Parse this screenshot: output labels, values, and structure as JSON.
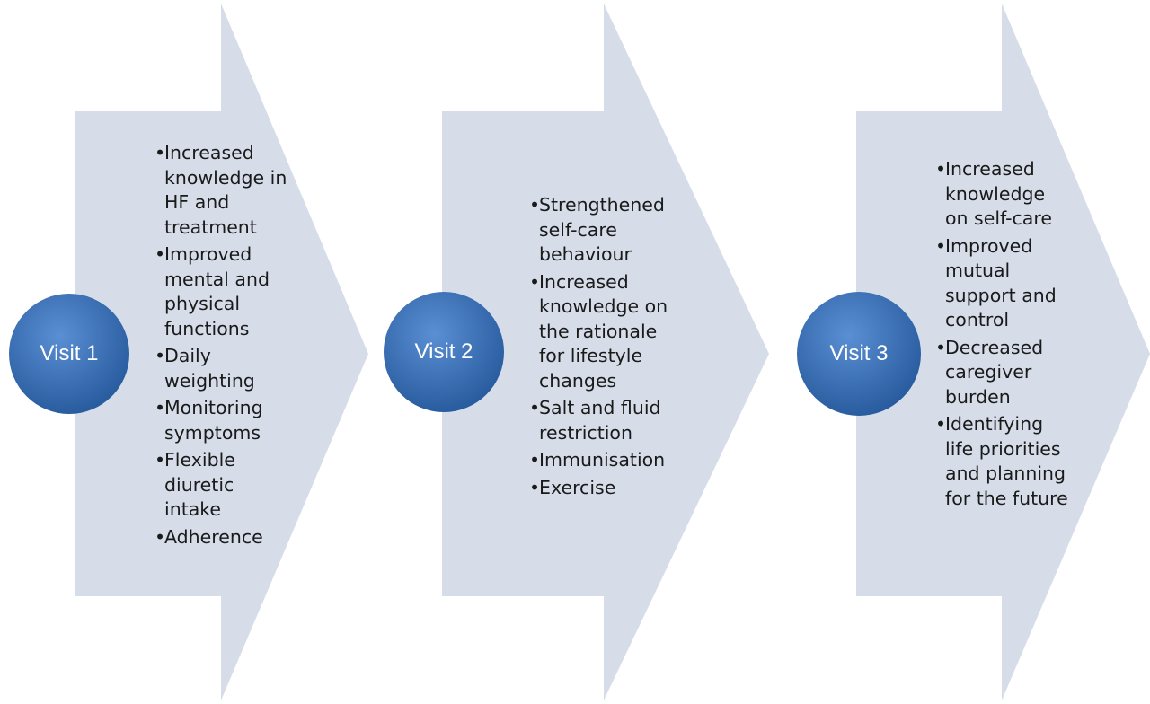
{
  "colors": {
    "arrow_fill": "#d6dde9",
    "circle_light": "#5b8fd3",
    "circle_dark": "#25599c",
    "text": "#1a1a1a"
  },
  "steps": [
    {
      "label": "Visit 1",
      "items": [
        "Increased knowledge in HF and treatment",
        "Improved mental and physical functions",
        "Daily weighting",
        "Monitoring symptoms",
        "Flexible diuretic intake",
        "Adherence"
      ]
    },
    {
      "label": "Visit 2",
      "items": [
        "Strengthened self-care behaviour",
        "Increased knowledge on the rationale for lifestyle changes",
        "Salt and fluid restriction",
        "Immunisation",
        "Exercise"
      ]
    },
    {
      "label": "Visit 3",
      "items": [
        "Increased knowledge on self-care",
        "Improved mutual support and control",
        "Decreased caregiver burden",
        "Identifying life priorities and planning for the future"
      ]
    }
  ]
}
